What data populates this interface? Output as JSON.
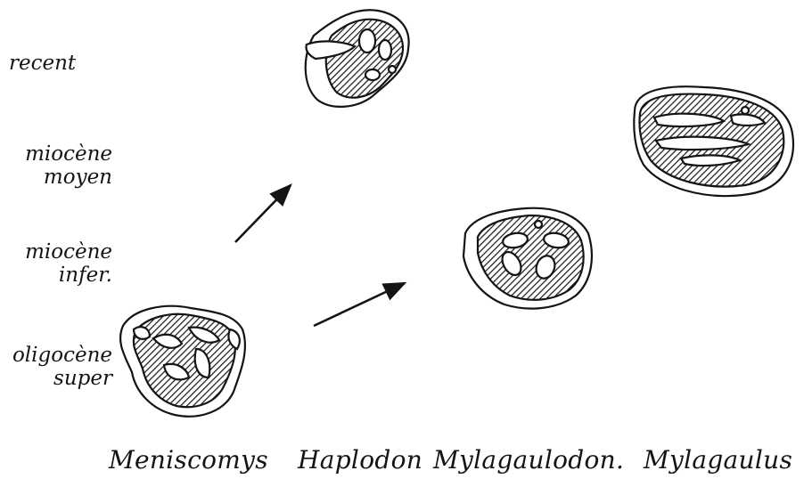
{
  "epochs": [
    {
      "line1": "recent",
      "line2": ""
    },
    {
      "line1": "miocène",
      "line2": "moyen"
    },
    {
      "line1": "miocène",
      "line2": "infer."
    },
    {
      "line1": "oligocène",
      "line2": "super"
    }
  ],
  "genera": [
    "Meniscomys",
    "Haplodon",
    "Mylagaulodon.",
    "Mylagaulus"
  ],
  "colors": {
    "ink": "#141414",
    "background": "#ffffff"
  }
}
